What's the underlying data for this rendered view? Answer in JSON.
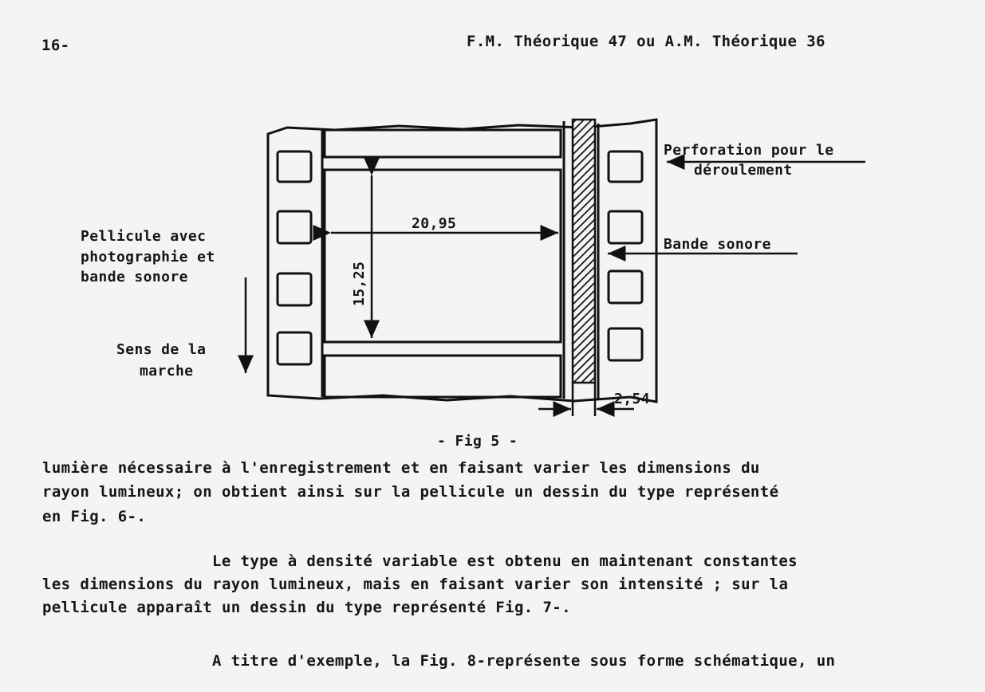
{
  "header": {
    "page_number": "16-",
    "title": "F.M. Théorique 47  ou  A.M. Théorique 36"
  },
  "figure": {
    "caption": "- Fig 5 -",
    "labels": {
      "left": [
        "Pellicule avec",
        "photographie et",
        "bande sonore"
      ],
      "direction": [
        "Sens de la",
        "marche"
      ],
      "perforation": [
        "Perforation pour le",
        "déroulement"
      ],
      "sound": "Bande sonore",
      "width_dim": "20,95",
      "height_dim": "15,25",
      "track_dim": "2,54"
    }
  },
  "body": {
    "para1": [
      "lumière nécessaire à l'enregistrement et en faisant varier les dimensions du",
      "rayon lumineux; on obtient ainsi sur la pellicule un dessin du type représenté",
      "en Fig. 6-."
    ],
    "para2": [
      "Le type à densité variable est obtenu en maintenant constantes",
      "les dimensions du rayon lumineux, mais en faisant varier son intensité ; sur la",
      "pellicule apparaît un dessin du type représenté Fig. 7-."
    ],
    "para3": [
      "A titre d'exemple, la Fig. 8-représente sous forme schématique, un"
    ]
  }
}
